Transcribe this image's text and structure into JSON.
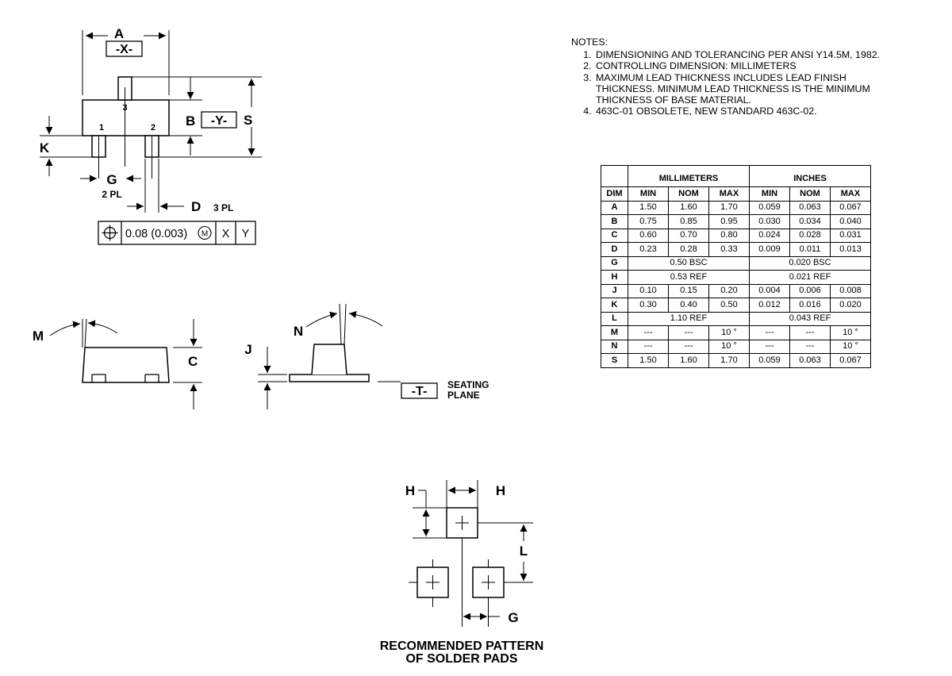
{
  "notes": {
    "title": "NOTES:",
    "items": [
      "DIMENSIONING AND TOLERANCING PER ANSI Y14.5M, 1982.",
      "CONTROLLING DIMENSION: MILLIMETERS",
      "MAXIMUM LEAD THICKNESS INCLUDES LEAD FINISH THICKNESS. MINIMUM LEAD THICKNESS IS THE MINIMUM THICKNESS OF BASE MATERIAL.",
      "463C-01 OBSOLETE, NEW STANDARD 463C-02."
    ]
  },
  "table": {
    "group_mm": "MILLIMETERS",
    "group_in": "INCHES",
    "col_dim": "DIM",
    "col_min": "MIN",
    "col_nom": "NOM",
    "col_max": "MAX",
    "rows": [
      {
        "dim": "A",
        "mm": [
          "1.50",
          "1.60",
          "1.70"
        ],
        "in": [
          "0.059",
          "0.063",
          "0.067"
        ]
      },
      {
        "dim": "B",
        "mm": [
          "0.75",
          "0.85",
          "0.95"
        ],
        "in": [
          "0.030",
          "0.034",
          "0.040"
        ]
      },
      {
        "dim": "C",
        "mm": [
          "0.60",
          "0.70",
          "0.80"
        ],
        "in": [
          "0.024",
          "0.028",
          "0.031"
        ]
      },
      {
        "dim": "D",
        "mm": [
          "0.23",
          "0.28",
          "0.33"
        ],
        "in": [
          "0.009",
          "0.011",
          "0.013"
        ]
      },
      {
        "dim": "G",
        "mm_span": "0.50 BSC",
        "in_span": "0.020 BSC"
      },
      {
        "dim": "H",
        "mm_span": "0.53 REF",
        "in_span": "0.021 REF"
      },
      {
        "dim": "J",
        "mm": [
          "0.10",
          "0.15",
          "0.20"
        ],
        "in": [
          "0.004",
          "0.006",
          "0.008"
        ]
      },
      {
        "dim": "K",
        "mm": [
          "0.30",
          "0.40",
          "0.50"
        ],
        "in": [
          "0.012",
          "0.016",
          "0.020"
        ]
      },
      {
        "dim": "L",
        "mm_span": "1.10 REF",
        "in_span": "0.043 REF"
      },
      {
        "dim": "M",
        "mm": [
          "---",
          "---",
          "10 °"
        ],
        "in": [
          "---",
          "---",
          "10 °"
        ]
      },
      {
        "dim": "N",
        "mm": [
          "---",
          "---",
          "10 °"
        ],
        "in": [
          "---",
          "---",
          "10 °"
        ]
      },
      {
        "dim": "S",
        "mm": [
          "1.50",
          "1.60",
          "1.70"
        ],
        "in": [
          "0.059",
          "0.063",
          "0.067"
        ]
      }
    ]
  },
  "drawing": {
    "label_a": "A",
    "label_x": "-X-",
    "label_b": "B",
    "label_y": "-Y-",
    "label_s": "S",
    "label_k": "K",
    "label_g": "G",
    "label_2pl": "2 PL",
    "label_d": "D",
    "label_3pl": "3 PL",
    "pin_1": "1",
    "pin_2": "2",
    "pin_3": "3",
    "tolerance": "0.08 (0.003)",
    "modifier": "M",
    "datum_x": "X",
    "datum_y": "Y",
    "label_m": "M",
    "label_c": "C",
    "label_j": "J",
    "label_n": "N",
    "label_t": "-T-",
    "seating_1": "SEATING",
    "seating_2": "PLANE",
    "label_h1": "H",
    "label_h2": "H",
    "label_l": "L",
    "label_g2": "G",
    "pattern_1": "RECOMMENDED PATTERN",
    "pattern_2": "OF SOLDER PADS"
  }
}
